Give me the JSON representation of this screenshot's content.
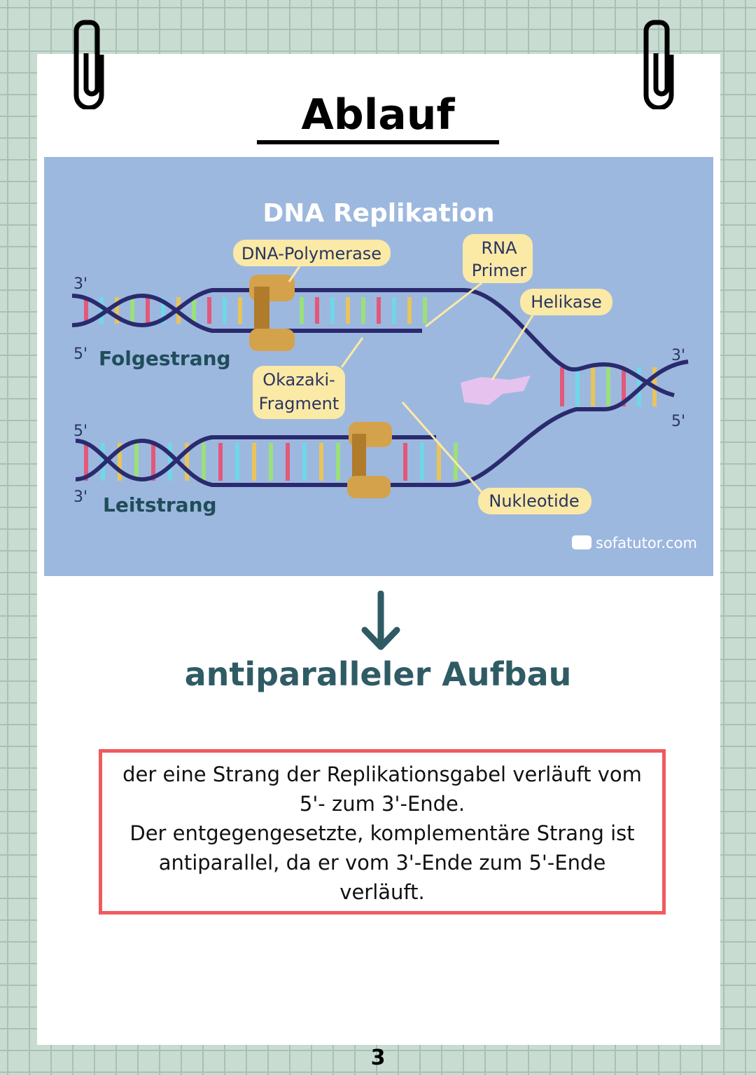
{
  "page": {
    "title": "Ablauf",
    "subtitle": "antiparalleler Aufbau",
    "page_number": "3"
  },
  "diagram": {
    "title": "DNA Replikation",
    "labels": {
      "polymerase": "DNA-Polymerase",
      "rna_primer_1": "RNA",
      "rna_primer_2": "Primer",
      "helikase": "Helikase",
      "okazaki_1": "Okazaki-",
      "okazaki_2": "Fragment",
      "nukleotide": "Nukleotide",
      "folgestrang": "Folgestrang",
      "leitstrang": "Leitstrang",
      "top_left_3": "3'",
      "top_left_5": "5'",
      "bottom_left_5": "5'",
      "bottom_left_3": "3'",
      "right_3": "3'",
      "right_5": "5'"
    },
    "credit": "sofatutor.com",
    "colors": {
      "background": "#9db8df",
      "strand": "#2a2a6e",
      "label_fill": "#fbe9a6",
      "enzyme": "#d4a24a",
      "helikase": "#e6c3ee"
    }
  },
  "explanation": {
    "lines": [
      "der eine Strang der Replikationsgabel verläuft vom",
      "5'- zum 3'-Ende.",
      "Der entgegengesetzte, komplementäre Strang ist",
      "antiparallel, da er vom 3'-Ende zum 5'-Ende",
      "verläuft."
    ]
  },
  "colors": {
    "accent": "#2f5b65",
    "box_border": "#f05a5f"
  }
}
